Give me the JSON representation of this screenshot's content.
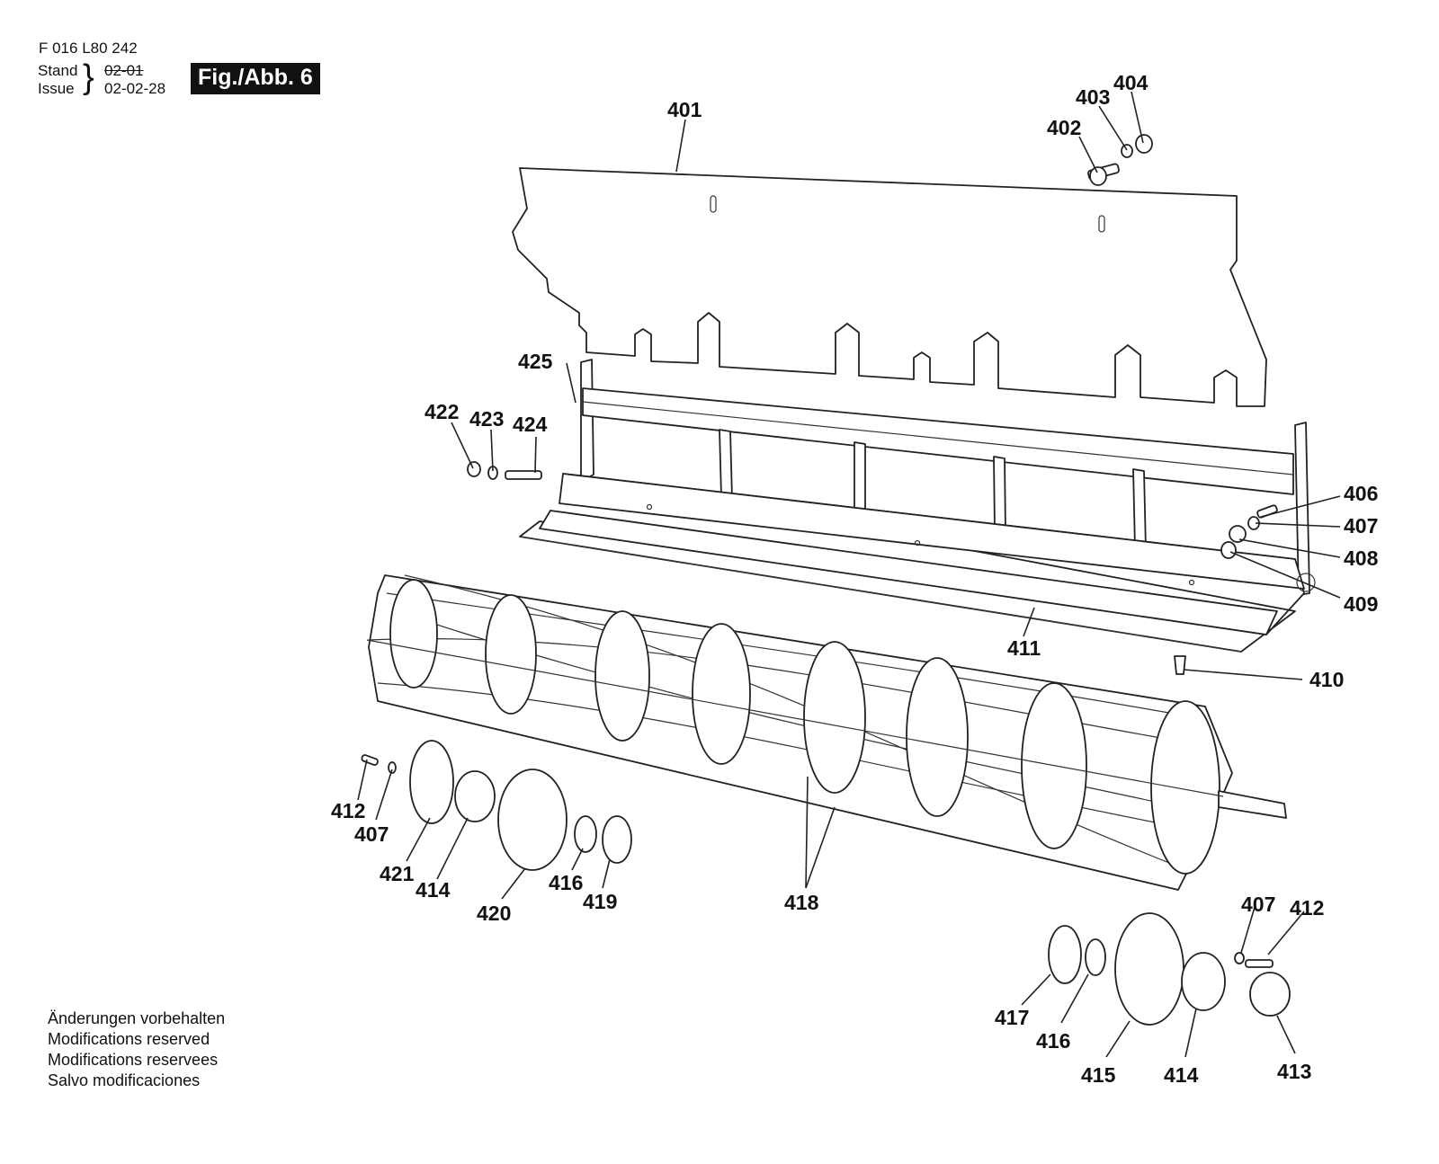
{
  "header": {
    "doc_number": "F 016 L80 242",
    "stand_label": "Stand",
    "issue_label": "Issue",
    "old_date": "02-01",
    "new_date": "02-02-28",
    "figure_label": "Fig./Abb. 6"
  },
  "notes": [
    "Änderungen vorbehalten",
    "Modifications reserved",
    "Modifications reservees",
    "Salvo modificaciones"
  ],
  "callouts": {
    "p401": "401",
    "p402": "402",
    "p403": "403",
    "p404": "404",
    "p406": "406",
    "p407a": "407",
    "p408": "408",
    "p409": "409",
    "p410": "410",
    "p411": "411",
    "p412a": "412",
    "p407b": "407",
    "p421": "421",
    "p414a": "414",
    "p420": "420",
    "p416a": "416",
    "p419": "419",
    "p418": "418",
    "p425": "425",
    "p422": "422",
    "p423": "423",
    "p424": "424",
    "p407c": "407",
    "p412b": "412",
    "p417": "417",
    "p416b": "416",
    "p415": "415",
    "p414b": "414",
    "p413": "413"
  }
}
